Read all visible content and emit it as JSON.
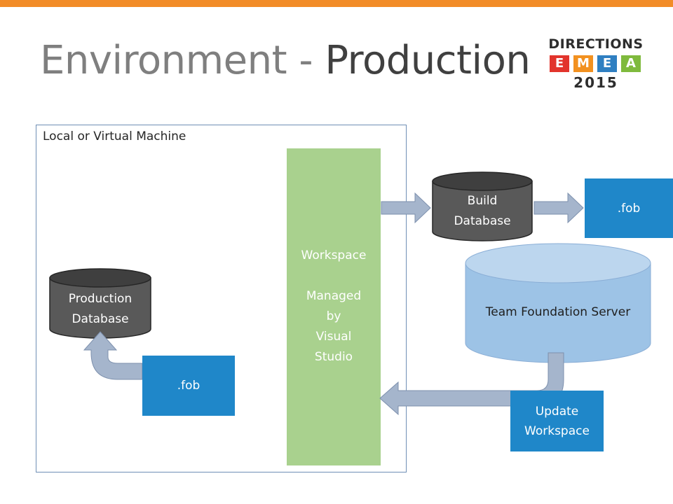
{
  "title": {
    "light": "Environment - ",
    "bold": "Production"
  },
  "logo": {
    "top": "DIRECTIONS",
    "tiles": [
      {
        "letter": "E",
        "color": "#e2342c"
      },
      {
        "letter": "M",
        "color": "#f29120"
      },
      {
        "letter": "E",
        "color": "#2f7fc1"
      },
      {
        "letter": "A",
        "color": "#7fba3d"
      }
    ],
    "year": "2015"
  },
  "machine_label": "Local or Virtual Machine",
  "workspace": {
    "line1": "Workspace",
    "line2": "Managed",
    "line3": "by",
    "line4": "Visual",
    "line5": "Studio"
  },
  "build_db": {
    "line1": "Build",
    "line2": "Database"
  },
  "fob_top": ".fob",
  "tfs": "Team Foundation Server",
  "production_db": {
    "line1": "Production",
    "line2": "Database"
  },
  "fob_bottom": ".fob",
  "update_workspace": {
    "line1": "Update",
    "line2": "Workspace"
  },
  "colors": {
    "accent_bar": "#f28c28",
    "workspace": "#a9d18e",
    "fob_box": "#1f87c9",
    "dark_db": "#595959",
    "tfs": "#9dc3e6",
    "arrow": "#a5b5cc",
    "arrow_stroke": "#7d90ad"
  }
}
